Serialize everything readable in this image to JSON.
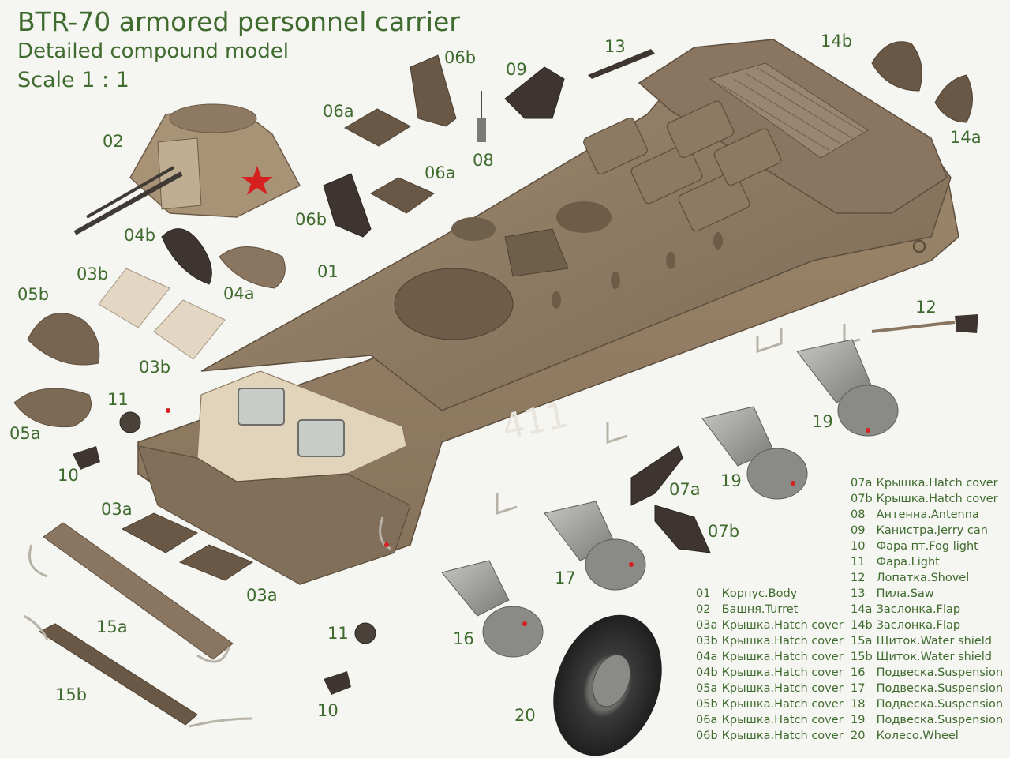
{
  "title": {
    "main": "BTR-70 armored personnel carrier",
    "sub": "Detailed compound model",
    "scale": "Scale 1 : 1"
  },
  "hull_number": "411",
  "labels": {
    "l01": "01",
    "l02": "02",
    "l03a_1": "03a",
    "l03a_2": "03a",
    "l03b_1": "03b",
    "l03b_2": "03b",
    "l04a": "04a",
    "l04b": "04b",
    "l05a": "05a",
    "l05b": "05b",
    "l06a_1": "06a",
    "l06a_2": "06a",
    "l06b_1": "06b",
    "l06b_2": "06b",
    "l07a": "07a",
    "l07b": "07b",
    "l08": "08",
    "l09": "09",
    "l10_1": "10",
    "l10_2": "10",
    "l11_1": "11",
    "l11_2": "11",
    "l12": "12",
    "l13": "13",
    "l14a": "14a",
    "l14b": "14b",
    "l15a": "15a",
    "l15b": "15b",
    "l16": "16",
    "l17": "17",
    "l19_1": "19",
    "l19_2": "19",
    "l20": "20"
  },
  "legend_left": [
    {
      "code": "01",
      "text": "Корпус.Body"
    },
    {
      "code": "02",
      "text": "Башня.Turret"
    },
    {
      "code": "03a",
      "text": "Крышка.Hatch cover"
    },
    {
      "code": "03b",
      "text": "Крышка.Hatch cover"
    },
    {
      "code": "04a",
      "text": "Крышка.Hatch cover"
    },
    {
      "code": "04b",
      "text": "Крышка.Hatch cover"
    },
    {
      "code": "05a",
      "text": "Крышка.Hatch cover"
    },
    {
      "code": "05b",
      "text": "Крышка.Hatch cover"
    },
    {
      "code": "06a",
      "text": "Крышка.Hatch cover"
    },
    {
      "code": "06b",
      "text": "Крышка.Hatch cover"
    }
  ],
  "legend_right": [
    {
      "code": "07a",
      "text": "Крышка.Hatch cover"
    },
    {
      "code": "07b",
      "text": "Крышка.Hatch cover"
    },
    {
      "code": "08",
      "text": "Антенна.Antenna"
    },
    {
      "code": "09",
      "text": "Канистра.Jerry can"
    },
    {
      "code": "10",
      "text": "Фара пт.Fog light"
    },
    {
      "code": "11",
      "text": "Фара.Light"
    },
    {
      "code": "12",
      "text": "Лопатка.Shovel"
    },
    {
      "code": "13",
      "text": "Пила.Saw"
    },
    {
      "code": "14a",
      "text": "Заслонка.Flap"
    },
    {
      "code": "14b",
      "text": "Заслонка.Flap"
    },
    {
      "code": "15a",
      "text": "Щиток.Water shield"
    },
    {
      "code": "15b",
      "text": "Щиток.Water shield"
    },
    {
      "code": "16",
      "text": "Подвеска.Suspension"
    },
    {
      "code": "17",
      "text": "Подвеска.Suspension"
    },
    {
      "code": "18",
      "text": "Подвеска.Suspension"
    },
    {
      "code": "19",
      "text": "Подвеска.Suspension"
    },
    {
      "code": "20",
      "text": "Колесо.Wheel"
    }
  ],
  "colors": {
    "label_green": "#3f6b2e",
    "hull": "#8e7a62",
    "hull_light": "#a89377",
    "hull_dark": "#6e5c48",
    "panel_beige": "#e6d8c2",
    "star_red": "#d62020",
    "metal": "#9c9c98",
    "tire": "#2e2e2e"
  }
}
